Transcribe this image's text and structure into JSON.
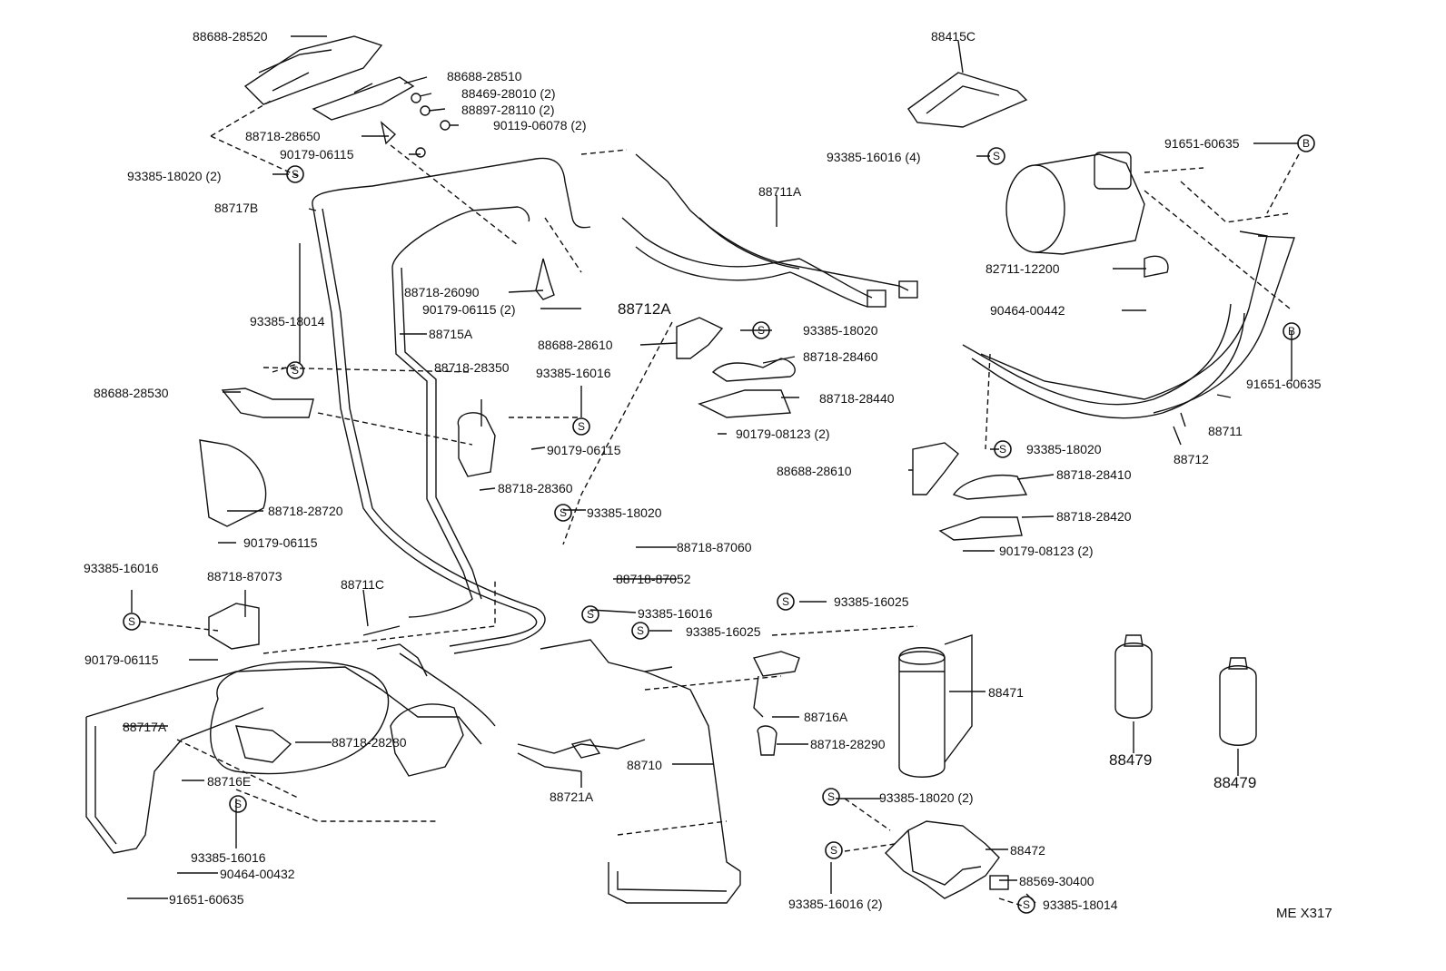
{
  "diagram_code": "ME X317",
  "labels": [
    {
      "id": "l1",
      "text": "88688-28520"
    },
    {
      "id": "l2",
      "text": "88688-28510"
    },
    {
      "id": "l3",
      "text": "88469-28010 (2)"
    },
    {
      "id": "l4",
      "text": "88897-28110 (2)"
    },
    {
      "id": "l5",
      "text": "90119-06078 (2)"
    },
    {
      "id": "l6",
      "text": "88718-28650"
    },
    {
      "id": "l7",
      "text": "90179-06115"
    },
    {
      "id": "l8",
      "text": "93385-18020 (2)"
    },
    {
      "id": "l9",
      "text": "88717B"
    },
    {
      "id": "l10",
      "text": "88415C"
    },
    {
      "id": "l11",
      "text": "93385-16016 (4)"
    },
    {
      "id": "l12",
      "text": "91651-60635"
    },
    {
      "id": "l13",
      "text": "88711A"
    },
    {
      "id": "l14",
      "text": "82711-12200"
    },
    {
      "id": "l15",
      "text": "88718-26090"
    },
    {
      "id": "l16",
      "text": "90179-06115 (2)"
    },
    {
      "id": "l17",
      "text": "88712A"
    },
    {
      "id": "l18",
      "text": "90464-00442"
    },
    {
      "id": "l19",
      "text": "93385-18014"
    },
    {
      "id": "l20",
      "text": "88715A"
    },
    {
      "id": "l21",
      "text": "88688-28610"
    },
    {
      "id": "l22",
      "text": "93385-18020"
    },
    {
      "id": "l23",
      "text": "88718-28460"
    },
    {
      "id": "l24",
      "text": "91651-60635"
    },
    {
      "id": "l25",
      "text": "88718-28350"
    },
    {
      "id": "l26",
      "text": "93385-16016"
    },
    {
      "id": "l27",
      "text": "88688-28530"
    },
    {
      "id": "l28",
      "text": "88718-28440"
    },
    {
      "id": "l29",
      "text": "88711"
    },
    {
      "id": "l30",
      "text": "90179-08123 (2)"
    },
    {
      "id": "l31",
      "text": "90179-06115"
    },
    {
      "id": "l32",
      "text": "93385-18020"
    },
    {
      "id": "l33",
      "text": "88712"
    },
    {
      "id": "l34",
      "text": "88688-28610"
    },
    {
      "id": "l35",
      "text": "88718-28410"
    },
    {
      "id": "l36",
      "text": "88718-28360"
    },
    {
      "id": "l37",
      "text": "88718-28720"
    },
    {
      "id": "l38",
      "text": "93385-18020"
    },
    {
      "id": "l39",
      "text": "88718-28420"
    },
    {
      "id": "l40",
      "text": "90179-06115"
    },
    {
      "id": "l41",
      "text": "88718-87060"
    },
    {
      "id": "l42",
      "text": "90179-08123 (2)"
    },
    {
      "id": "l43",
      "text": "93385-16016"
    },
    {
      "id": "l44",
      "text": "88718-87073"
    },
    {
      "id": "l45",
      "text": "88711C"
    },
    {
      "id": "l46",
      "text": "88718-87052"
    },
    {
      "id": "l47",
      "text": "93385-16025"
    },
    {
      "id": "l48",
      "text": "93385-16016"
    },
    {
      "id": "l49",
      "text": "93385-16025"
    },
    {
      "id": "l50",
      "text": "90179-06115"
    },
    {
      "id": "l51",
      "text": "88471"
    },
    {
      "id": "l52",
      "text": "88717A"
    },
    {
      "id": "l53",
      "text": "88716A"
    },
    {
      "id": "l54",
      "text": "88718-28280"
    },
    {
      "id": "l55",
      "text": "88718-28290"
    },
    {
      "id": "l56",
      "text": "88479"
    },
    {
      "id": "l57",
      "text": "88479"
    },
    {
      "id": "l58",
      "text": "88716E"
    },
    {
      "id": "l59",
      "text": "88710"
    },
    {
      "id": "l60",
      "text": "88721A"
    },
    {
      "id": "l61",
      "text": "93385-18020 (2)"
    },
    {
      "id": "l62",
      "text": "88472"
    },
    {
      "id": "l63",
      "text": "93385-16016"
    },
    {
      "id": "l64",
      "text": "90464-00432"
    },
    {
      "id": "l65",
      "text": "88569-30400"
    },
    {
      "id": "l66",
      "text": "91651-60635"
    },
    {
      "id": "l67",
      "text": "93385-16016 (2)"
    },
    {
      "id": "l68",
      "text": "93385-18014"
    }
  ],
  "symbols": {
    "s_mark": "S",
    "b_mark": "B"
  }
}
